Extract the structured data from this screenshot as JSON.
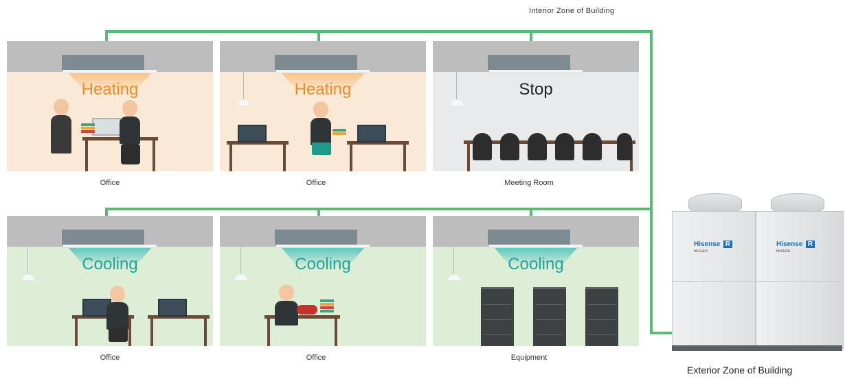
{
  "header": {
    "interior_label": "Interior Zone of  Building"
  },
  "footer": {
    "exterior_label": "Exterior Zone of  Building"
  },
  "rooms": [
    {
      "mode": "Heating",
      "label": "Office"
    },
    {
      "mode": "Heating",
      "label": "Office"
    },
    {
      "mode": "Stop",
      "label": "Meeting Room"
    },
    {
      "mode": "Cooling",
      "label": "Office"
    },
    {
      "mode": "Cooling",
      "label": "Office"
    },
    {
      "mode": "Cooling",
      "label": "Equipment"
    }
  ],
  "outdoor_unit": {
    "brand": "Hisense",
    "badge": "R",
    "series": "Hi-FLEXi"
  },
  "colors": {
    "pipe": "#5cb974",
    "heating_text": "#f08a24",
    "cooling_text": "#1fa39c",
    "heating_wall": "#fbe9d7",
    "cooling_wall": "#deedd5",
    "stop_wall": "#e9eaeb"
  }
}
